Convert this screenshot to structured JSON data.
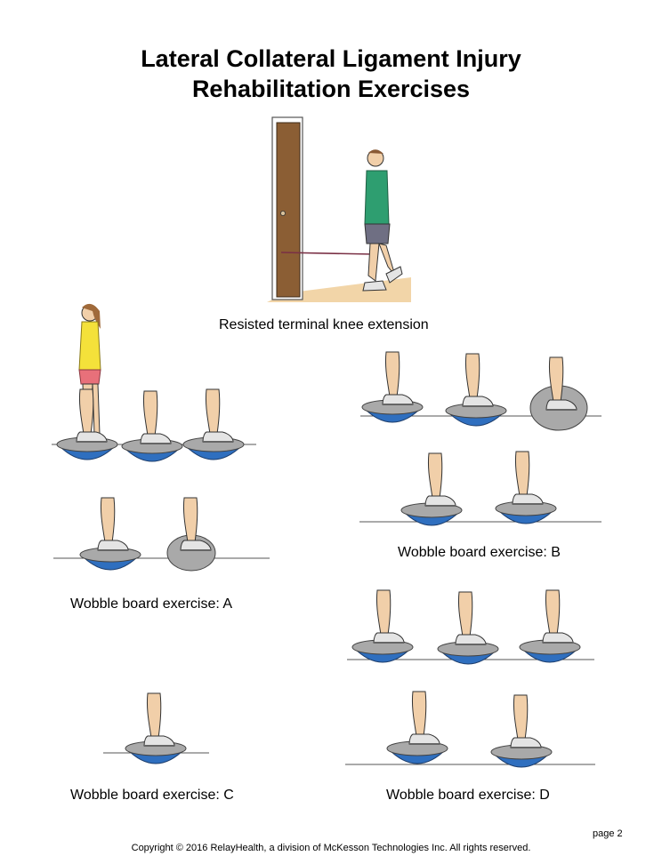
{
  "title": {
    "line1": "Lateral Collateral Ligament Injury",
    "line2": "Rehabilitation Exercises"
  },
  "captions": {
    "knee_extension": "Resisted terminal knee extension",
    "wobble_a": "Wobble board exercise: A",
    "wobble_b": "Wobble board exercise: B",
    "wobble_c": "Wobble board exercise: C",
    "wobble_d": "Wobble board exercise: D"
  },
  "footer": {
    "page": "page 2",
    "copyright": "Copyright © 2016 RelayHealth, a division of McKesson Technologies Inc. All rights reserved."
  },
  "colors": {
    "board_blue": "#2f6fbf",
    "board_top": "#a9a9a9",
    "door": "#8b5e34",
    "floor": "#f2d5a8",
    "shirt_green": "#2e9e70",
    "shorts_gray": "#6f6f83",
    "shirt_yellow": "#f4e13a",
    "shorts_pink": "#e8707a",
    "skin": "#f1cfa9",
    "band": "#7a3045"
  },
  "icons": {
    "door": "door-illustration",
    "wobble_board": "wobble-board-illustration"
  }
}
